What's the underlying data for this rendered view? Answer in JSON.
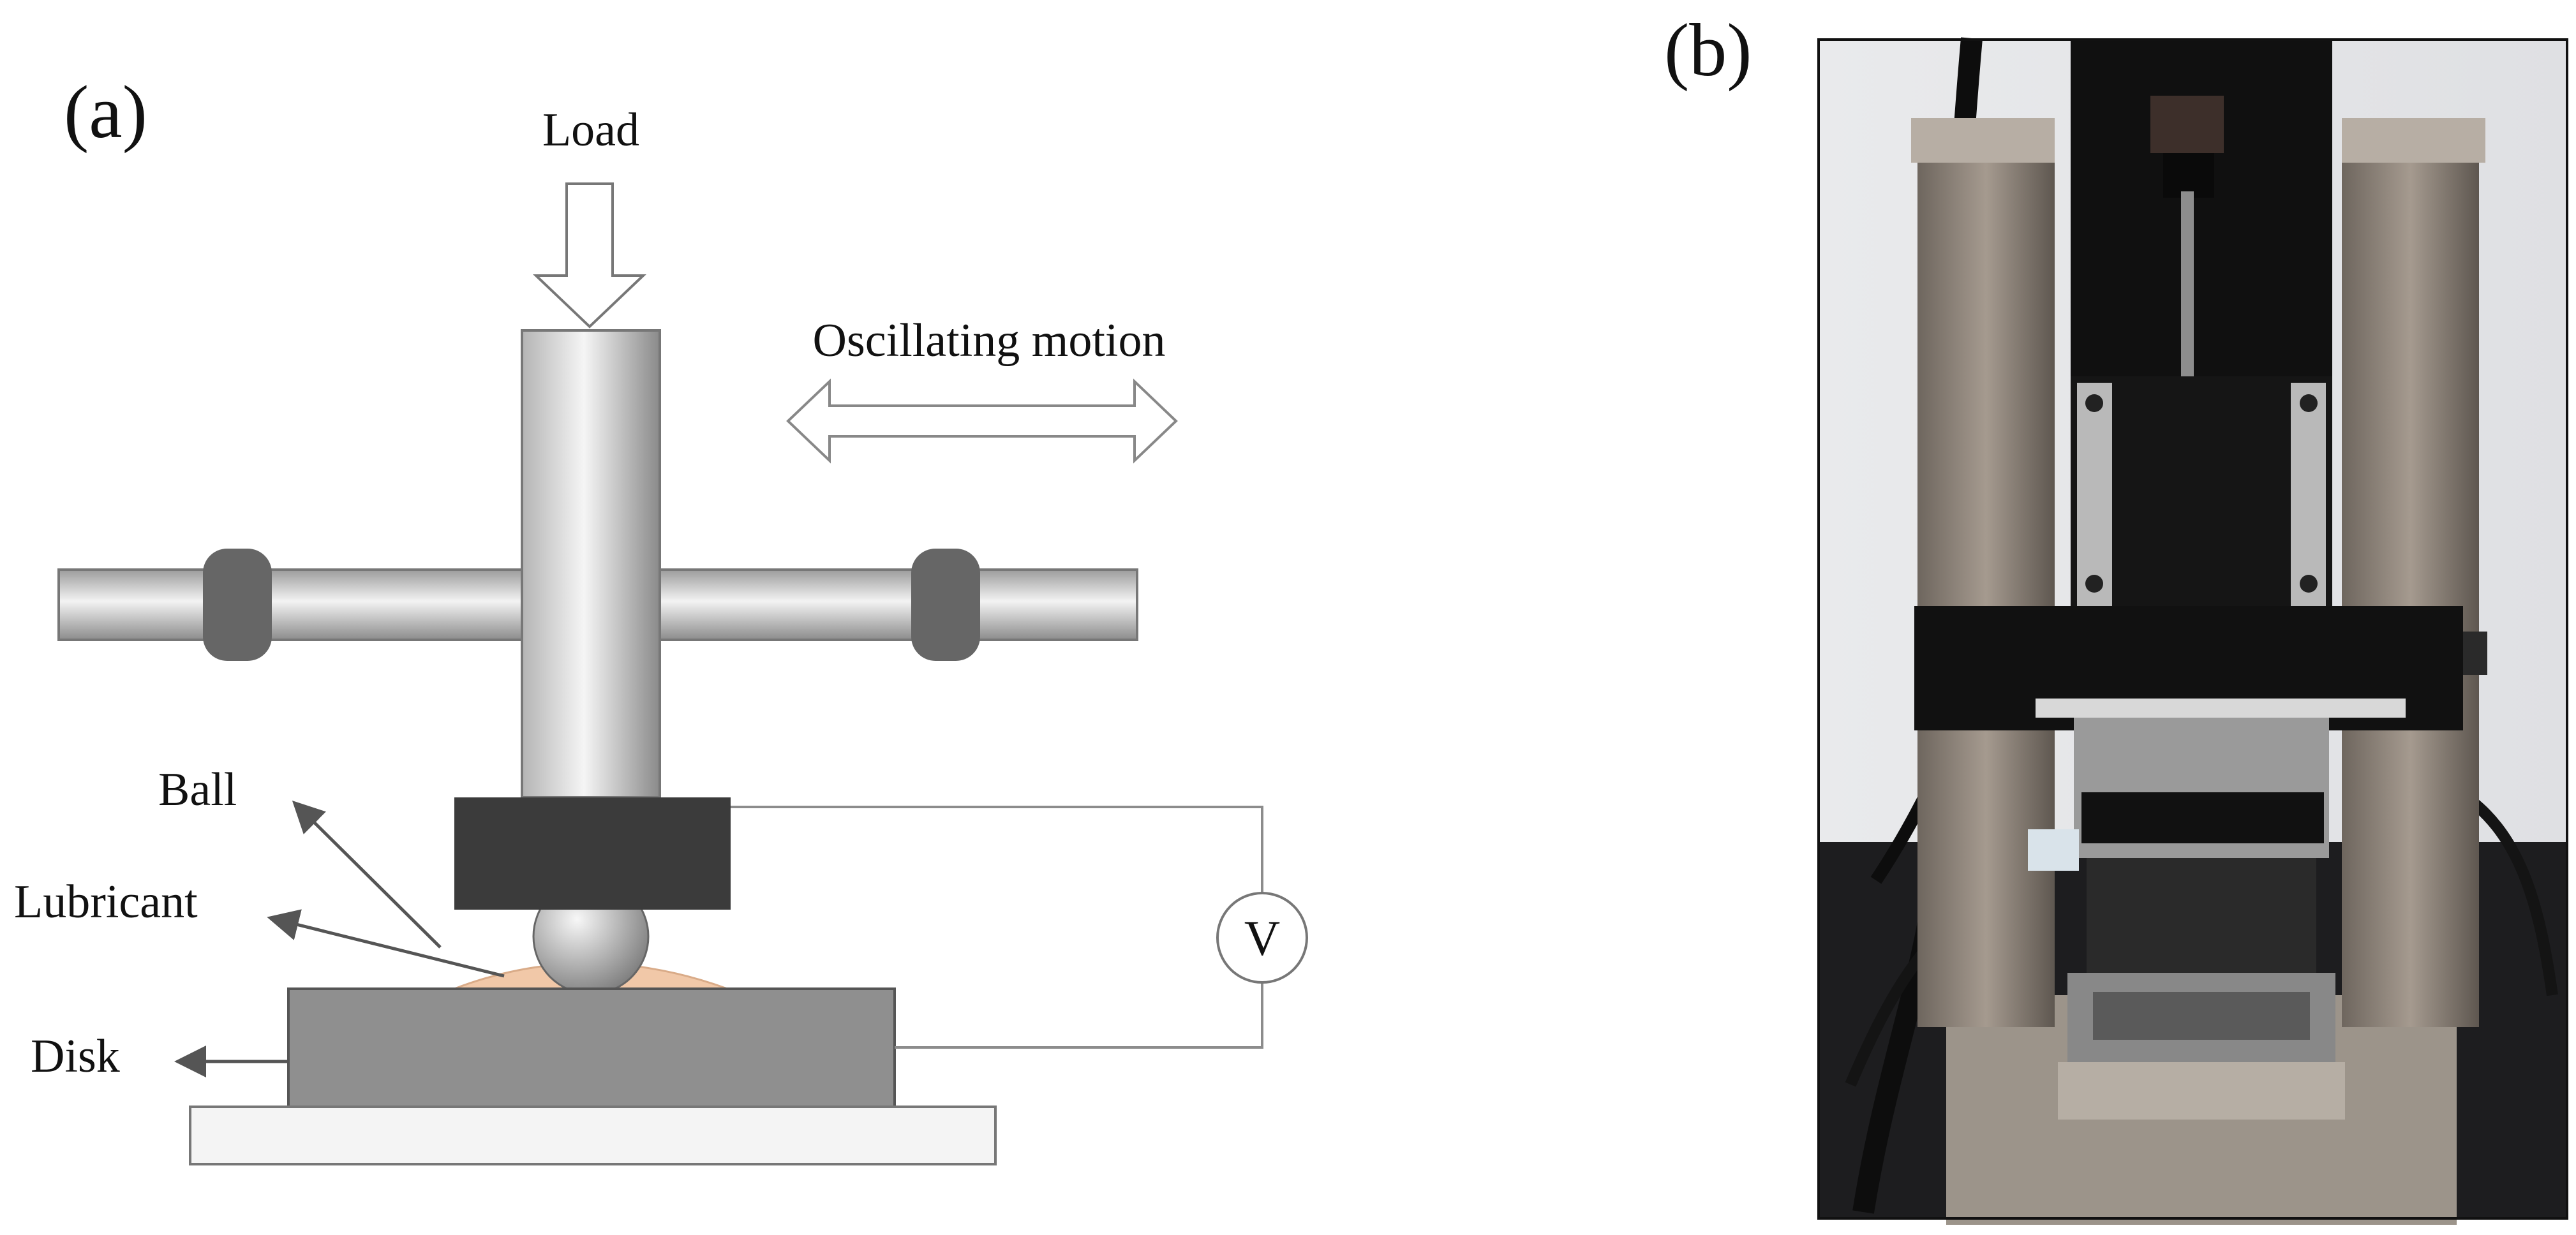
{
  "figure": {
    "panel_a": {
      "label": "(a)",
      "load_label": "Load",
      "motion_label": "Oscillating motion",
      "ball_label": "Ball",
      "lubricant_label": "Lubricant",
      "disk_label": "Disk",
      "meter_label": "V"
    },
    "panel_b": {
      "label": "(b)"
    }
  },
  "colors": {
    "rod_light": "#f2f2f2",
    "rod_dark": "#8a8a8a",
    "clamp": "#666666",
    "holder": "#3b3b3b",
    "disk": "#8f8f8f",
    "base": "#f4f4f4",
    "lubricant": "#f1c8a8",
    "wire": "#8c8c8c",
    "photo_frame": "#111111"
  }
}
